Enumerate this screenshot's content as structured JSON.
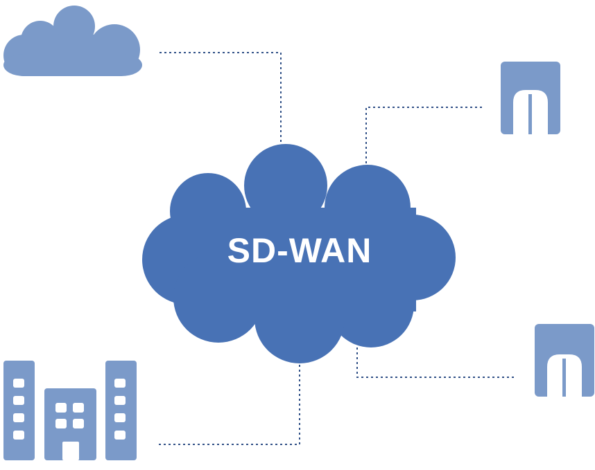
{
  "center_label": "SD-WAN",
  "nodes": [
    {
      "id": "cloud-internet",
      "icon": "cloud-icon"
    },
    {
      "id": "branch-office-top",
      "icon": "branch-office-icon"
    },
    {
      "id": "branch-office-bottom",
      "icon": "branch-office-icon"
    },
    {
      "id": "headquarters",
      "icon": "office-buildings-icon"
    }
  ],
  "colors": {
    "hub": "#4872b5",
    "node": "#7b9ac9",
    "connector": "#2f4f86",
    "background": "#ffffff"
  }
}
